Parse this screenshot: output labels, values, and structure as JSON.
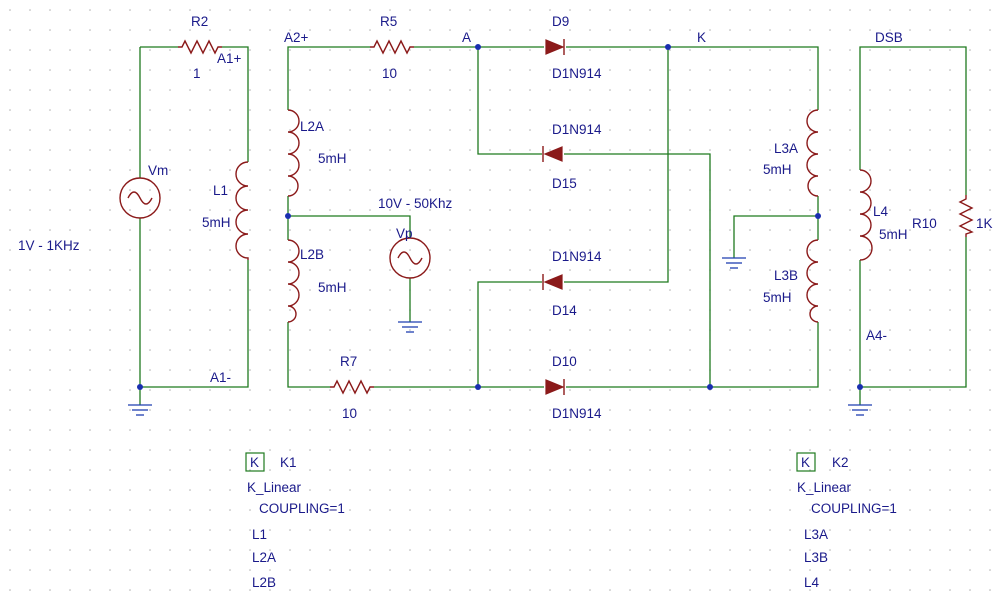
{
  "components": {
    "r2": {
      "ref": "R2",
      "value": "1"
    },
    "r5": {
      "ref": "R5",
      "value": "10"
    },
    "r7": {
      "ref": "R7",
      "value": "10"
    },
    "r10": {
      "ref": "R10",
      "value": "1K"
    },
    "l1": {
      "ref": "L1",
      "value": "5mH"
    },
    "l2a": {
      "ref": "L2A",
      "value": "5mH"
    },
    "l2b": {
      "ref": "L2B",
      "value": "5mH"
    },
    "l3a": {
      "ref": "L3A",
      "value": "5mH"
    },
    "l3b": {
      "ref": "L3B",
      "value": "5mH"
    },
    "l4": {
      "ref": "L4",
      "value": "5mH"
    },
    "d9": {
      "ref": "D9",
      "model": "D1N914"
    },
    "d10": {
      "ref": "D10",
      "model": "D1N914"
    },
    "d14": {
      "ref": "D14",
      "model": "D1N914"
    },
    "d15": {
      "ref": "D15",
      "model": "D1N914"
    },
    "vm": {
      "ref": "Vm",
      "value": "1V - 1KHz"
    },
    "vp": {
      "ref": "Vp",
      "value": "10V - 50Khz"
    }
  },
  "nets": {
    "a1_plus": "A1+",
    "a1_minus": "A1-",
    "a2_plus": "A2+",
    "a": "A",
    "k": "K",
    "dsb": "DSB",
    "a4_minus": "A4-"
  },
  "couplings": [
    {
      "box_letter": "K",
      "ref": "K1",
      "type": "K_Linear",
      "param": "COUPLING=1",
      "inductors": [
        "L1",
        "L2A",
        "L2B"
      ]
    },
    {
      "box_letter": "K",
      "ref": "K2",
      "type": "K_Linear",
      "param": "COUPLING=1",
      "inductors": [
        "L3A",
        "L3B",
        "L4"
      ]
    }
  ],
  "colors": {
    "wire": "#1f7a1f",
    "part": "#8b1a1a",
    "ground": "#1f3fb0",
    "label": "#1a1a8a",
    "grid_dot": "#b0b0b0"
  }
}
